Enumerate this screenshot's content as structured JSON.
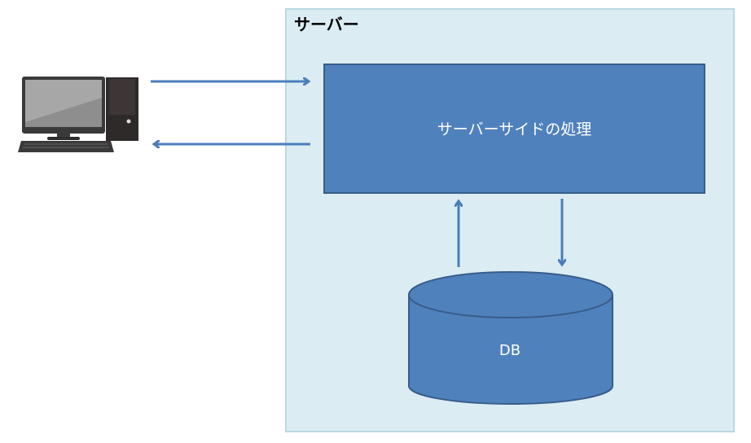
{
  "server": {
    "title": "サーバー"
  },
  "process": {
    "label": "サーバーサイドの処理"
  },
  "database": {
    "label": "DB"
  },
  "client": {
    "icon": "desktop-computer-icon"
  },
  "colors": {
    "server_bg": "#dbedf3",
    "server_border": "#b9d9e3",
    "shape_fill": "#4f81bd",
    "shape_border": "#385d8a",
    "arrow": "#4a7ebb"
  },
  "arrows": [
    {
      "from": "client",
      "to": "process",
      "direction": "right"
    },
    {
      "from": "process",
      "to": "client",
      "direction": "left"
    },
    {
      "from": "database",
      "to": "process",
      "direction": "up"
    },
    {
      "from": "process",
      "to": "database",
      "direction": "down"
    }
  ]
}
